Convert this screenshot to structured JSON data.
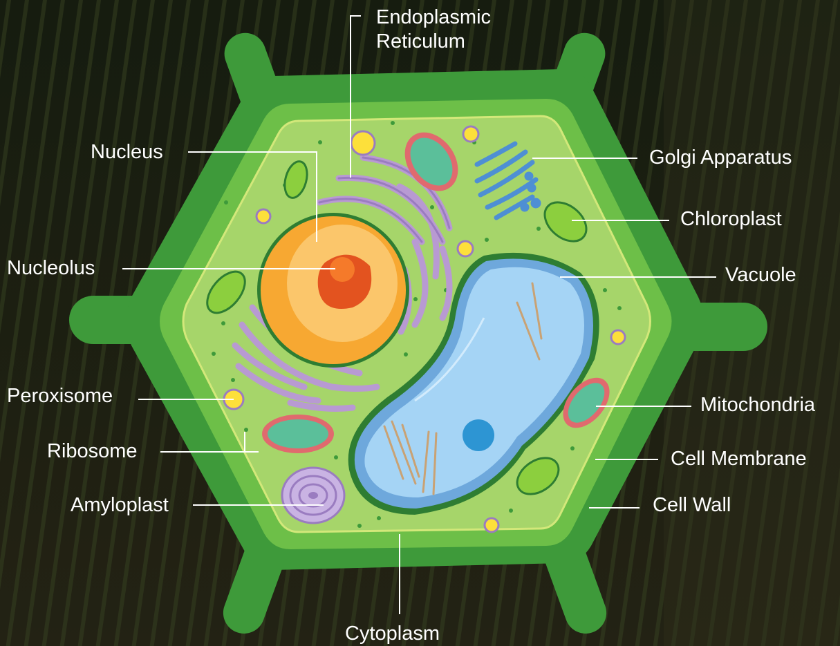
{
  "diagram": {
    "labels": {
      "endoplasmic_reticulum": "Endoplasmic Reticulum",
      "nucleus": "Nucleus",
      "golgi_apparatus": "Golgi Apparatus",
      "chloroplast": "Chloroplast",
      "nucleolus": "Nucleolus",
      "vacuole": "Vacuole",
      "peroxisome": "Peroxisome",
      "mitochondria": "Mitochondria",
      "ribosome": "Ribosome",
      "cell_membrane": "Cell Membrane",
      "amyloplast": "Amyloplast",
      "cell_wall": "Cell Wall",
      "cytoplasm": "Cytoplasm"
    }
  },
  "colors": {
    "cell_wall": "#3e9a3a",
    "cell_wall_light": "#6dbf48",
    "cytoplasm": "#a6d56a",
    "nucleus": "#f7a832",
    "nucleolus": "#e3531f",
    "vacuole": "#8fcaf0",
    "er": "#b89ad2",
    "golgi": "#4e8fd4",
    "mitochondria": "#e06a6e",
    "label_text": "#ffffff"
  }
}
